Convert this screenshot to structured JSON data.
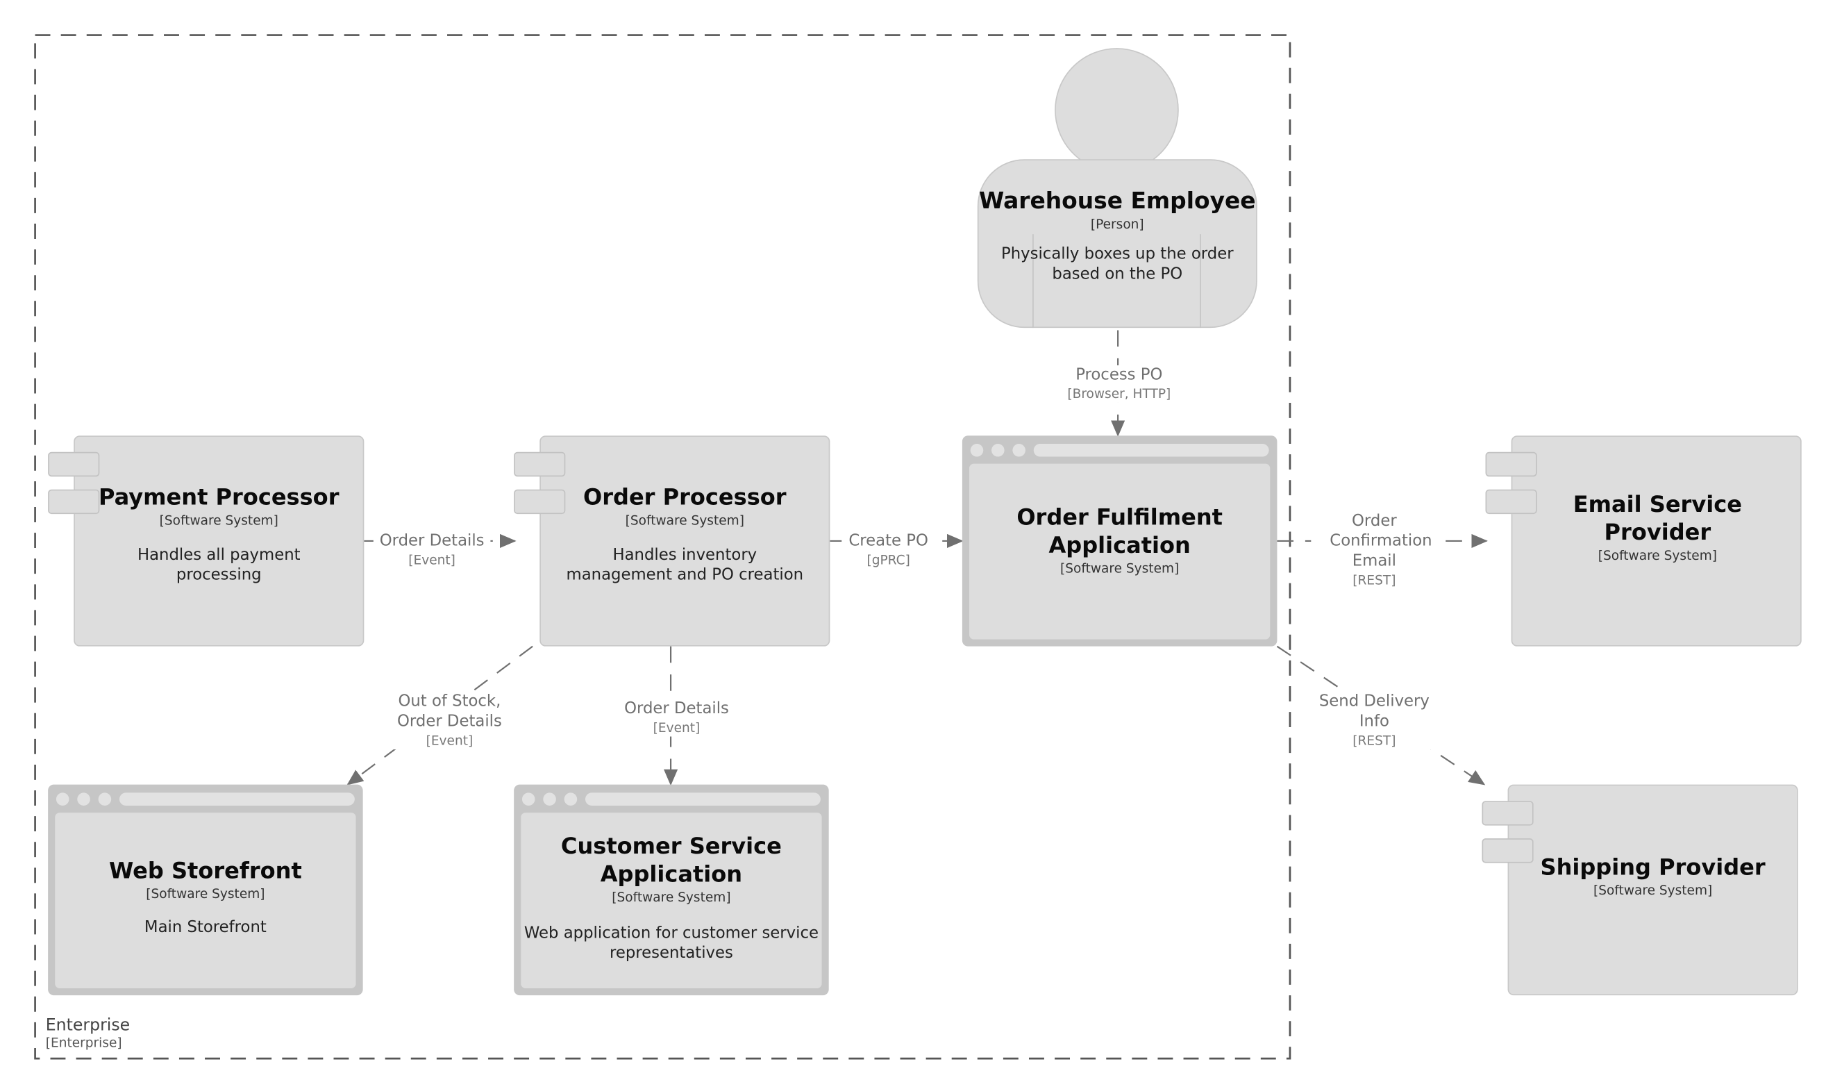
{
  "boundary": {
    "name": "Enterprise",
    "type": "[Enterprise]"
  },
  "people": [
    {
      "id": "warehouse-employee",
      "name": "Warehouse Employee",
      "type": "[Person]",
      "description": "Physically boxes up the order based on the PO"
    }
  ],
  "systems": [
    {
      "id": "payment-processor",
      "name": "Payment Processor",
      "type": "[Software System]",
      "description": "Handles all payment processing",
      "shape": "component"
    },
    {
      "id": "order-processor",
      "name": "Order Processor",
      "type": "[Software System]",
      "description": "Handles inventory management and PO creation",
      "shape": "component"
    },
    {
      "id": "order-fulfilment",
      "name": "Order Fulfilment Application",
      "type": "[Software System]",
      "description": "",
      "shape": "web-browser"
    },
    {
      "id": "email-service",
      "name": "Email Service Provider",
      "type": "[Software System]",
      "description": "",
      "shape": "component"
    },
    {
      "id": "shipping-provider",
      "name": "Shipping Provider",
      "type": "[Software System]",
      "description": "",
      "shape": "component"
    },
    {
      "id": "web-storefront",
      "name": "Web Storefront",
      "type": "[Software System]",
      "description": "Main Storefront",
      "shape": "web-browser"
    },
    {
      "id": "customer-service",
      "name": "Customer Service Application",
      "type": "[Software System]",
      "description": "Web application for customer service representatives",
      "shape": "web-browser"
    }
  ],
  "relationships": [
    {
      "from": "warehouse-employee",
      "to": "order-fulfilment",
      "label": "Process PO",
      "technology": "[Browser, HTTP]"
    },
    {
      "from": "payment-processor",
      "to": "order-processor",
      "label": "Order Details",
      "technology": "[Event]"
    },
    {
      "from": "order-processor",
      "to": "order-fulfilment",
      "label": "Create PO",
      "technology": "[gPRC]"
    },
    {
      "from": "order-fulfilment",
      "to": "email-service",
      "label": "Order Confirmation Email",
      "technology": "[REST]"
    },
    {
      "from": "order-fulfilment",
      "to": "shipping-provider",
      "label": "Send Delivery Info",
      "technology": "[REST]"
    },
    {
      "from": "order-processor",
      "to": "web-storefront",
      "label": "Out of Stock, Order Details",
      "technology": "[Event]"
    },
    {
      "from": "order-processor",
      "to": "customer-service",
      "label": "Order Details",
      "technology": "[Event]"
    }
  ],
  "colors": {
    "element_fill": "#dddddd",
    "element_border": "#c8c8c8",
    "window_frame": "#c6c6c6",
    "line": "#707070",
    "label_text": "#6f6f6f",
    "title_text": "#0a0a0a"
  }
}
